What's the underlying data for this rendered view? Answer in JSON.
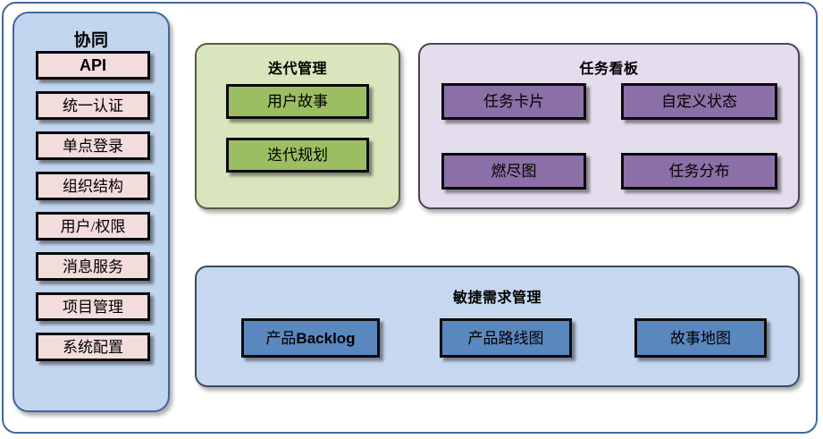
{
  "diagram": {
    "title_present": false,
    "colors": {
      "frame_border": "#41689b",
      "sidebar_fill": "#c2d5ee",
      "sidebar_item_fill": "#f3dcdc",
      "iteration_panel_fill": "#d9e6bd",
      "iteration_item_fill": "#9cbe62",
      "taskboard_panel_fill": "#e4ddee",
      "taskboard_item_fill": "#8b70a7",
      "agile_panel_fill": "#c5d8ef",
      "agile_item_fill": "#5b87bf",
      "box_border": "#0a0a0a"
    }
  },
  "sidebar": {
    "title": "协同",
    "items": [
      {
        "label": "API",
        "style": "bold"
      },
      {
        "label": "统一认证",
        "style": "serif"
      },
      {
        "label": "单点登录",
        "style": "serif"
      },
      {
        "label": "组织结构",
        "style": "serif"
      },
      {
        "label": "用户/权限",
        "style": "serif"
      },
      {
        "label": "消息服务",
        "style": "serif"
      },
      {
        "label": "项目管理",
        "style": "serif"
      },
      {
        "label": "系统配置",
        "style": "serif"
      }
    ]
  },
  "iteration_panel": {
    "title": "迭代管理",
    "items": [
      {
        "label": "用户故事"
      },
      {
        "label": "迭代规划"
      }
    ]
  },
  "taskboard_panel": {
    "title": "任务看板",
    "items": [
      {
        "label": "任务卡片"
      },
      {
        "label": "自定义状态"
      },
      {
        "label": "燃尽图"
      },
      {
        "label": "任务分布"
      }
    ]
  },
  "agile_panel": {
    "title": "敏捷需求管理",
    "items": [
      {
        "label_prefix": "产品",
        "label_bold": "Backlog",
        "label": "产品Backlog"
      },
      {
        "label": "产品路线图"
      },
      {
        "label": "故事地图"
      }
    ]
  }
}
